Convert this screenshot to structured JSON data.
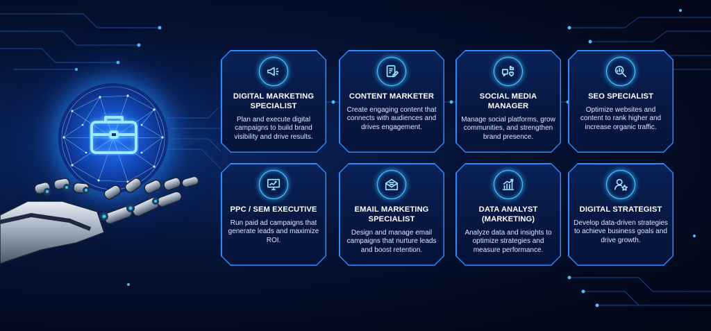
{
  "cards": [
    {
      "icon": "megaphone-icon",
      "title": "DIGITAL MARKETING SPECIALIST",
      "desc": "Plan and execute digital campaigns to build brand visibility and drive results."
    },
    {
      "icon": "content-edit-icon",
      "title": "CONTENT MARKETER",
      "desc": "Create engaging content that connects with audiences and drives engagement."
    },
    {
      "icon": "social-media-icon",
      "title": "SOCIAL MEDIA MANAGER",
      "desc": "Manage social platforms, grow communities, and strengthen brand presence."
    },
    {
      "icon": "search-analytics-icon",
      "title": "SEO SPECIALIST",
      "desc": "Optimize websites and content to rank higher and increase organic traffic."
    },
    {
      "icon": "monitor-chart-icon",
      "title": "PPC / SEM EXECUTIVE",
      "desc": "Run paid ad campaigns that generate leads and maximize ROI."
    },
    {
      "icon": "envelope-icon",
      "title": "EMAIL MARKETING SPECIALIST",
      "desc": "Design and manage email campaigns that nurture leads and boost retention."
    },
    {
      "icon": "growth-chart-icon",
      "title": "DATA ANALYST (MARKETING)",
      "desc": "Analyze data and insights to optimize strategies and measure performance."
    },
    {
      "icon": "user-star-icon",
      "title": "DIGITAL STRATEGIST",
      "desc": "Develop data-driven strategies to achieve business goals and drive growth."
    }
  ],
  "colors": {
    "accent": "#2a8cff",
    "glow": "#5fd0ff",
    "background": "#061336"
  }
}
